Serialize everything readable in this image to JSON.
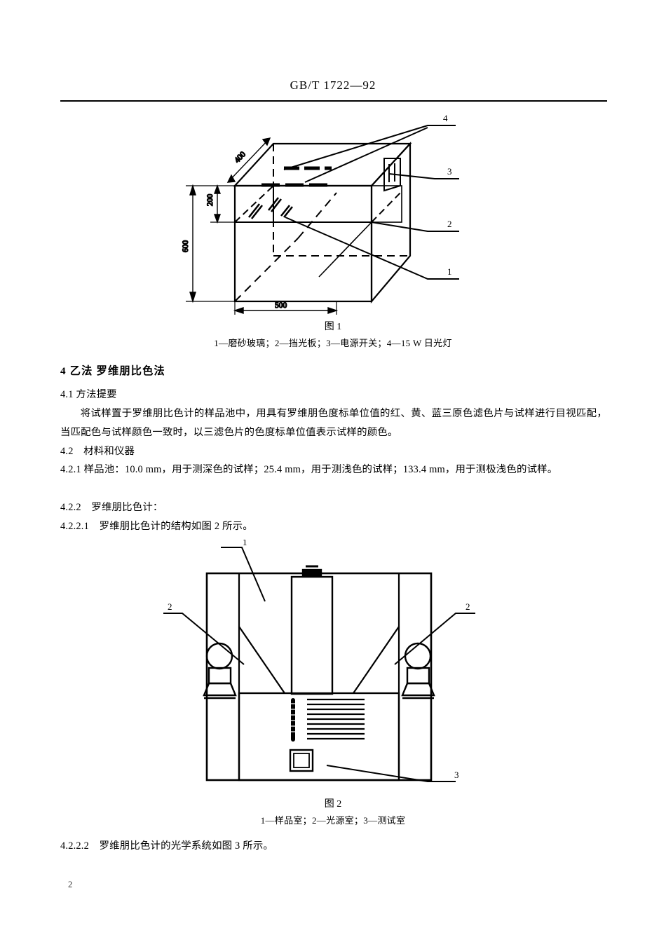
{
  "document": {
    "header_title": "GB/T 1722—92",
    "page_number": "2"
  },
  "figure1": {
    "caption": "图 1",
    "legend": "1—磨砂玻璃；2—挡光板；3—电源开关；4—15 W 日光灯",
    "dimensions": {
      "depth": "400",
      "window_height": "200",
      "total_height": "600",
      "width": "500"
    },
    "callouts": {
      "c1": "1",
      "c2": "2",
      "c3": "3",
      "c4": "4"
    }
  },
  "figure2": {
    "caption": "图 2",
    "legend": "1—样品室；2—光源室；3—测试室",
    "callouts": {
      "c1": "1",
      "c2_left": "2",
      "c2_right": "2",
      "c3": "3"
    }
  },
  "sections": {
    "s4_heading": "4  乙法  罗维朋比色法",
    "s41_heading": "4.1  方法提要",
    "s41_body": "将试样置于罗维朋比色计的样品池中，用具有罗维朋色度标单位值的红、黄、蓝三原色滤色片与试样进行目视匹配，当匹配色与试样颜色一致时，以三滤色片的色度标单位值表示试样的颜色。",
    "s42_heading": "4.2　材料和仪器",
    "s421_text": "4.2.1  样品池：10.0 mm，用于测深色的试样；25.4 mm，用于测浅色的试样；133.4 mm，用于测极浅色的试样。",
    "s422_text": "4.2.2　罗维朋比色计：",
    "s4221_text": "4.2.2.1　罗维朋比色计的结构如图 2 所示。",
    "s4222_text": "4.2.2.2　罗维朋比色计的光学系统如图 3 所示。"
  }
}
